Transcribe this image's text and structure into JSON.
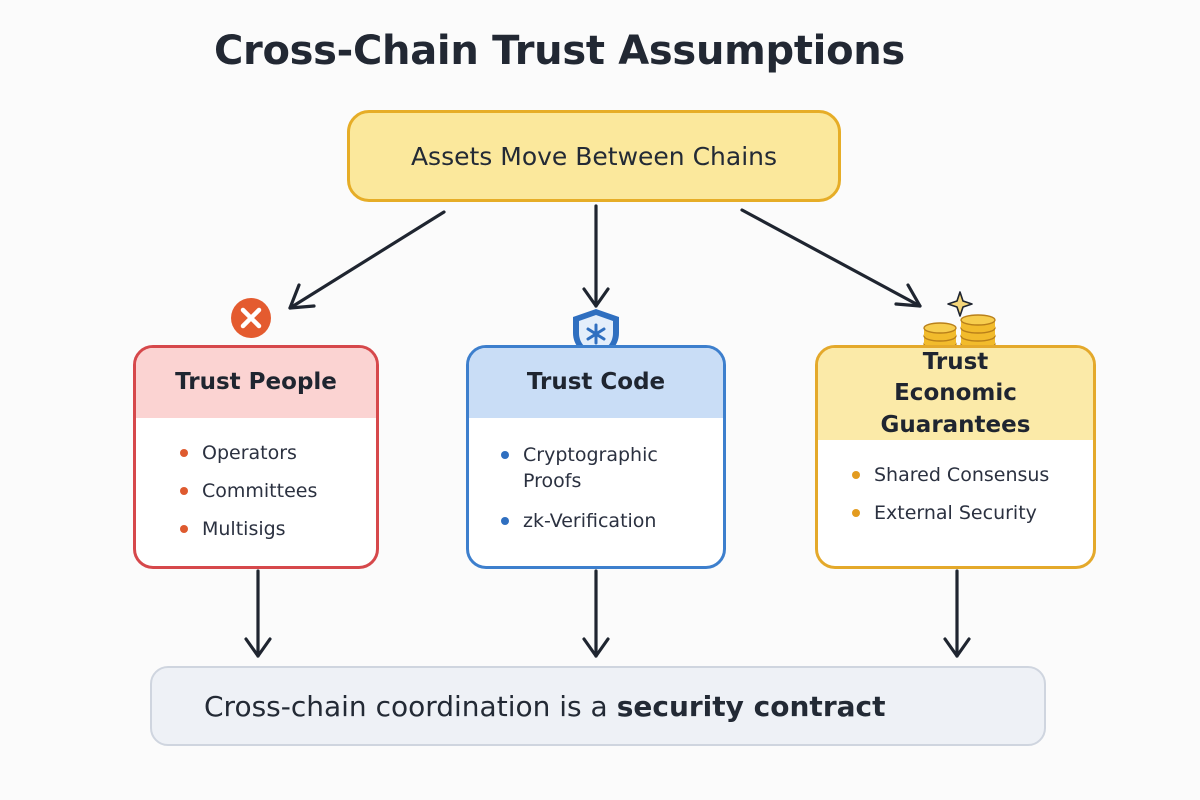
{
  "title": "Cross-Chain Trust Assumptions",
  "top_box": {
    "label": "Assets Move Between Chains"
  },
  "cards": [
    {
      "title": "Trust People",
      "items": [
        "Operators",
        "Committees",
        "Multisigs"
      ],
      "icon": "x-circle-icon",
      "color": "#d6484b"
    },
    {
      "title": "Trust Code",
      "items": [
        "Cryptographic Proofs",
        "zk-Verification"
      ],
      "icon": "shield-icon",
      "color": "#3d7fcd"
    },
    {
      "title": "Trust Economic Guarantees",
      "items": [
        "Shared Consensus",
        "External Security"
      ],
      "icon": "coins-icon",
      "color": "#e4a92b"
    }
  ],
  "bottom": {
    "prefix": "Cross-chain coordination is a",
    "emphasis": "security contract"
  }
}
